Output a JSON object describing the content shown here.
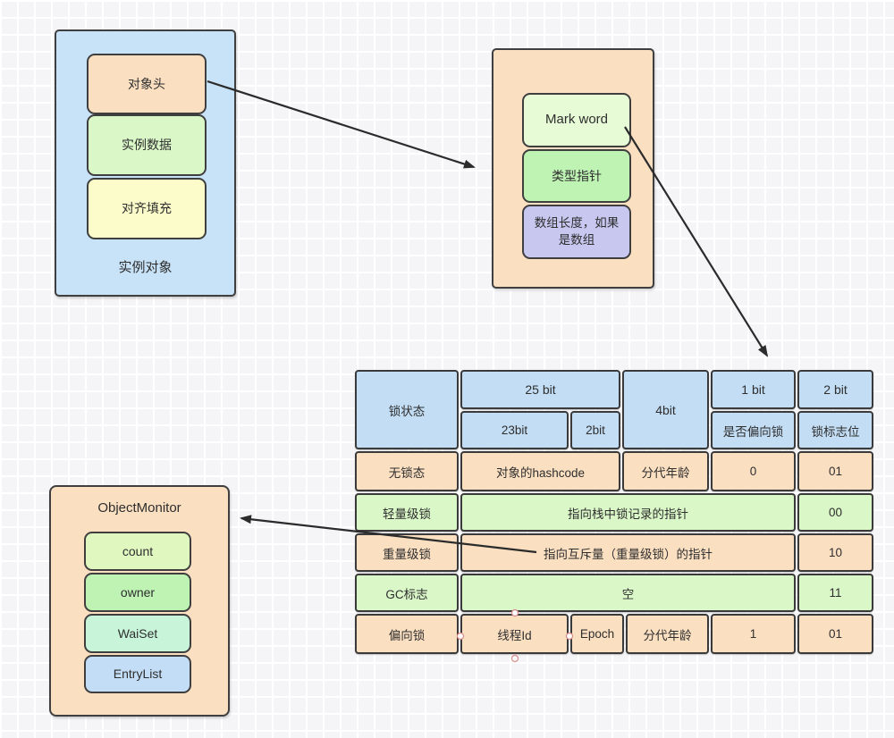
{
  "colors": {
    "blue": "#c8e2f8",
    "header_blue": "#c3ddf4",
    "orange": "#fbdfc1",
    "green_row": "#daf7c8",
    "pale_green": "#e7fbd6",
    "bright_green": "#bef3b4",
    "yellow": "#fbfcca",
    "yellow_green": "#e0f8c0",
    "purple": "#c7c7f0",
    "mint": "#c8f5da",
    "light_blue": "#c3ddf6",
    "border": "#3f3f3f"
  },
  "instance_object": {
    "label": "实例对象",
    "items": [
      {
        "label": "对象头"
      },
      {
        "label": "实例数据"
      },
      {
        "label": "对齐填充"
      }
    ]
  },
  "mark_word": {
    "items": [
      {
        "label": "Mark word"
      },
      {
        "label": "类型指针"
      },
      {
        "label": "数组长度，如果是数组"
      }
    ]
  },
  "lock_table": {
    "header": {
      "lock_state": "锁状态",
      "bits25": "25 bit",
      "bits23": "23bit",
      "bits2_sub": "2bit",
      "bits4": "4bit",
      "bits1": "1 bit",
      "bits2": "2 bit",
      "is_biased": "是否偏向锁",
      "lock_flag": "锁标志位"
    },
    "rows": {
      "no_lock": {
        "state": "无锁态",
        "hashcode": "对象的hashcode",
        "age": "分代年龄",
        "bias": "0",
        "flag": "01"
      },
      "lightweight": {
        "state": "轻量级锁",
        "content": "指向栈中锁记录的指针",
        "flag": "00"
      },
      "heavyweight": {
        "state": "重量级锁",
        "content": "指向互斥量（重量级锁）的指针",
        "flag": "10"
      },
      "gc": {
        "state": "GC标志",
        "content": "空",
        "flag": "11"
      },
      "biased": {
        "state": "偏向锁",
        "thread_id": "线程Id",
        "epoch": "Epoch",
        "age": "分代年龄",
        "bias": "1",
        "flag": "01"
      }
    }
  },
  "object_monitor": {
    "title": "ObjectMonitor",
    "items": [
      {
        "label": "count"
      },
      {
        "label": "owner"
      },
      {
        "label": "WaiSet"
      },
      {
        "label": "EntryList"
      }
    ]
  }
}
